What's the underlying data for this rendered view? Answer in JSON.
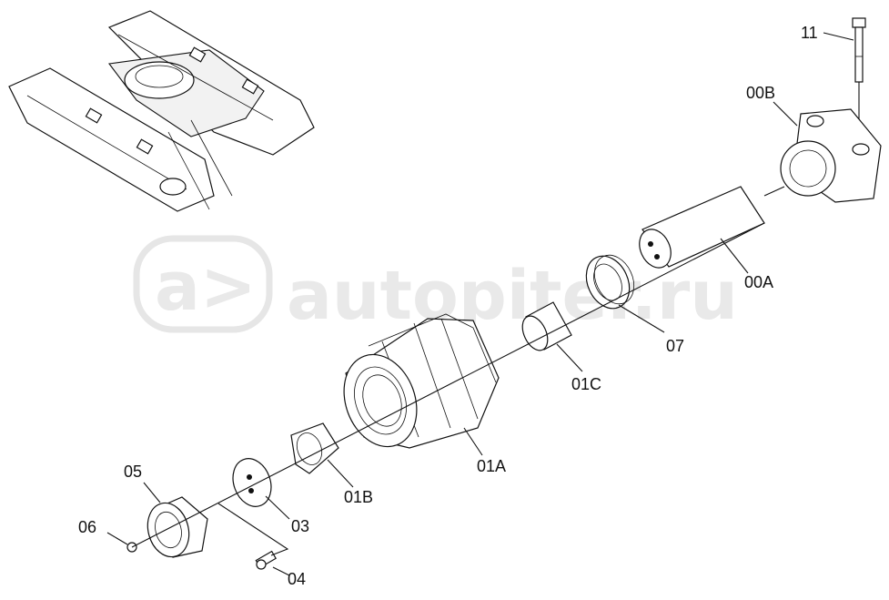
{
  "watermark": {
    "mark": "a>",
    "text": "autopiter.ru"
  },
  "callouts": {
    "p11": "11",
    "p00B": "00B",
    "p00A": "00A",
    "p07": "07",
    "p01C": "01C",
    "p01A": "01A",
    "p01B": "01B",
    "p05": "05",
    "p03": "03",
    "p06": "06",
    "p04": "04"
  }
}
